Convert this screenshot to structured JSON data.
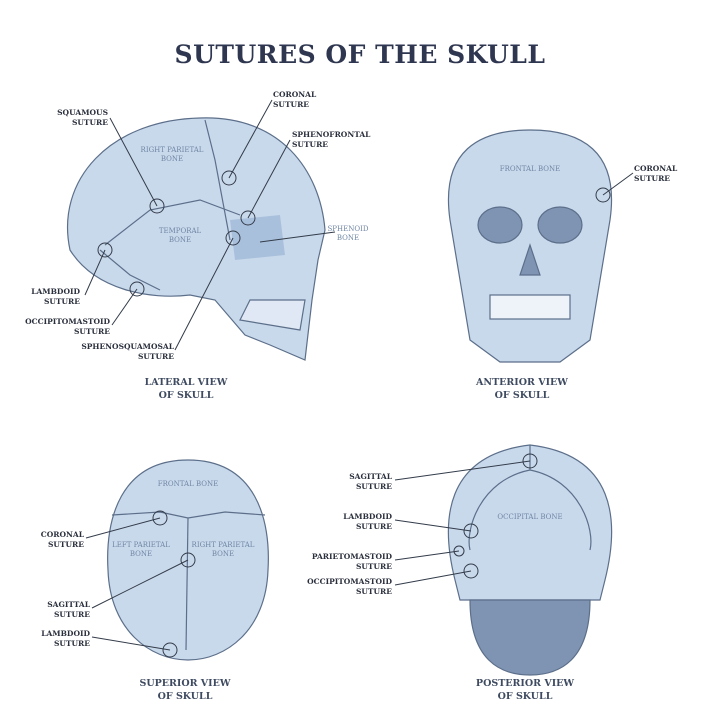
{
  "title": "SUTURES OF THE SKULL",
  "colors": {
    "bone_fill": "#c9d9ec",
    "bone_shade": "#a9c0dc",
    "outline": "#5c6f8a",
    "title": "#2e3650",
    "label": "#2a2f3c"
  },
  "lateral": {
    "caption": "LATERAL VIEW\nOF SKULL",
    "bones": {
      "right_parietal": "RIGHT PARIETAL\nBONE",
      "temporal": "TEMPORAL\nBONE",
      "sphenoid": "SPHENOID\nBONE"
    },
    "sutures": {
      "squamous": "SQUAMOUS\nSUTURE",
      "coronal": "CORONAL\nSUTURE",
      "sphenofrontal": "SPHENOFRONTAL\nSUTURE",
      "lambdoid": "LAMBDOID\nSUTURE",
      "occipitomastoid": "OCCIPITOMASTOID\nSUTURE",
      "sphenosquamosal": "SPHENOSQUAMOSAL\nSUTURE"
    }
  },
  "anterior": {
    "caption": "ANTERIOR VIEW\nOF SKULL",
    "bones": {
      "frontal": "FRONTAL BONE"
    },
    "sutures": {
      "coronal": "CORONAL\nSUTURE"
    }
  },
  "superior": {
    "caption": "SUPERIOR VIEW\nOF SKULL",
    "bones": {
      "frontal": "FRONTAL BONE",
      "left_parietal": "LEFT PARIETAL\nBONE",
      "right_parietal": "RIGHT PARIETAL\nBONE"
    },
    "sutures": {
      "coronal": "CORONAL\nSUTURE",
      "sagittal": "SAGITTAL\nSUTURE",
      "lambdoid": "LAMBDOID\nSUTURE"
    }
  },
  "posterior": {
    "caption": "POSTERIOR VIEW\nOF SKULL",
    "bones": {
      "occipital": "OCCIPITAL BONE"
    },
    "sutures": {
      "sagittal": "SAGITTAL\nSUTURE",
      "lambdoid": "LAMBDOID\nSUTURE",
      "parietomastoid": "PARIETOMASTOID\nSUTURE",
      "occipitomastoid": "OCCIPITOMASTOID\nSUTURE"
    }
  }
}
